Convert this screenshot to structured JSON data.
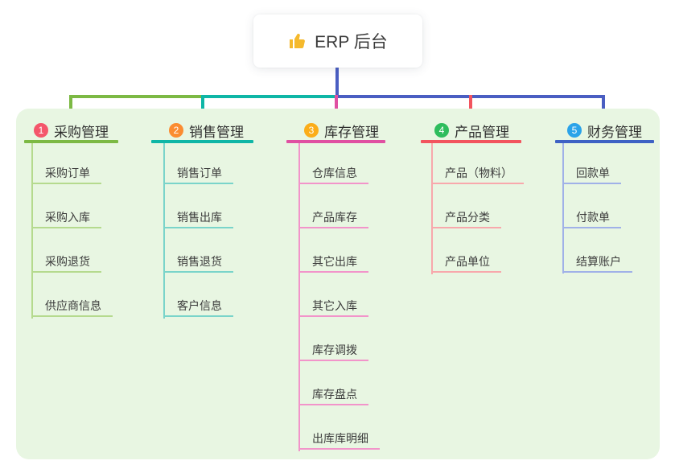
{
  "root": {
    "label": "ERP 后台",
    "icon": "thumbs-up"
  },
  "branches": [
    {
      "index": "1",
      "label": "采购管理",
      "badge_color": "#f4566b",
      "line_color": "#7cb944",
      "item_line_color": "#b5da8e",
      "items": [
        "采购订单",
        "采购入库",
        "采购退货",
        "供应商信息"
      ]
    },
    {
      "index": "2",
      "label": "销售管理",
      "badge_color": "#fb8c31",
      "line_color": "#0fb6a6",
      "item_line_color": "#7ad4ca",
      "items": [
        "销售订单",
        "销售出库",
        "销售退货",
        "客户信息"
      ]
    },
    {
      "index": "3",
      "label": "库存管理",
      "badge_color": "#fbad19",
      "line_color": "#e050a2",
      "item_line_color": "#f294ca",
      "items": [
        "仓库信息",
        "产品库存",
        "其它出库",
        "其它入库",
        "库存调拨",
        "库存盘点",
        "出库库明细"
      ]
    },
    {
      "index": "4",
      "label": "产品管理",
      "badge_color": "#2ebd5d",
      "line_color": "#f2545e",
      "item_line_color": "#f8a8ac",
      "items": [
        "产品（物料）",
        "产品分类",
        "产品单位"
      ]
    },
    {
      "index": "5",
      "label": "财务管理",
      "badge_color": "#2ba3e9",
      "line_color": "#3e62c4",
      "item_line_color": "#a0b1e8",
      "items": [
        "回款单",
        "付款单",
        "结算账户"
      ]
    }
  ],
  "colors": {
    "panel_background": "#e8f6e2",
    "root_stem": "#4a5ec2",
    "page_background": "#ffffff",
    "thumb_icon": "#f5b92c"
  }
}
